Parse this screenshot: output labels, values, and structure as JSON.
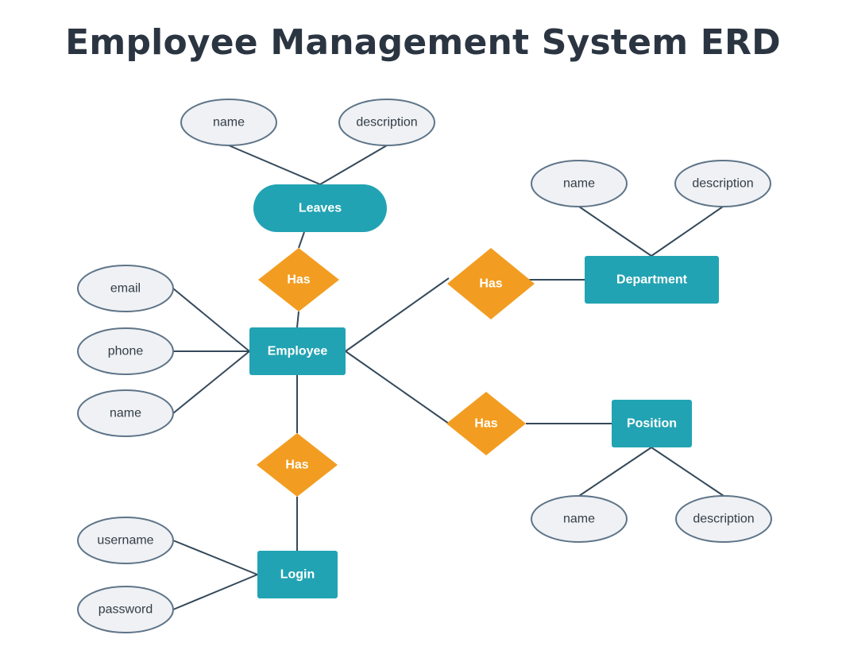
{
  "title": "Employee Management System ERD",
  "entities": [
    {
      "id": "employee",
      "label": "Employee"
    },
    {
      "id": "leaves",
      "label": "Leaves"
    },
    {
      "id": "department",
      "label": "Department"
    },
    {
      "id": "position",
      "label": "Position"
    },
    {
      "id": "login",
      "label": "Login"
    }
  ],
  "relationships": [
    {
      "id": "rel_leaves",
      "label": "Has",
      "between": [
        "employee",
        "leaves"
      ]
    },
    {
      "id": "rel_department",
      "label": "Has",
      "between": [
        "employee",
        "department"
      ]
    },
    {
      "id": "rel_position",
      "label": "Has",
      "between": [
        "employee",
        "position"
      ]
    },
    {
      "id": "rel_login",
      "label": "Has",
      "between": [
        "employee",
        "login"
      ]
    }
  ],
  "attributes": [
    {
      "id": "leaves_name",
      "label": "name",
      "entity": "leaves"
    },
    {
      "id": "leaves_description",
      "label": "description",
      "entity": "leaves"
    },
    {
      "id": "department_name",
      "label": "name",
      "entity": "department"
    },
    {
      "id": "department_description",
      "label": "description",
      "entity": "department"
    },
    {
      "id": "employee_email",
      "label": "email",
      "entity": "employee"
    },
    {
      "id": "employee_phone",
      "label": "phone",
      "entity": "employee"
    },
    {
      "id": "employee_name",
      "label": "name",
      "entity": "employee"
    },
    {
      "id": "position_name",
      "label": "name",
      "entity": "position"
    },
    {
      "id": "position_description",
      "label": "description",
      "entity": "position"
    },
    {
      "id": "login_username",
      "label": "username",
      "entity": "login"
    },
    {
      "id": "login_password",
      "label": "password",
      "entity": "login"
    }
  ],
  "colors": {
    "entity": "#22a3b3",
    "relationship": "#f29d21",
    "attribute_fill": "#eff1f4",
    "attribute_stroke": "#5e7488",
    "edge": "#34495a",
    "title": "#2b3542"
  }
}
